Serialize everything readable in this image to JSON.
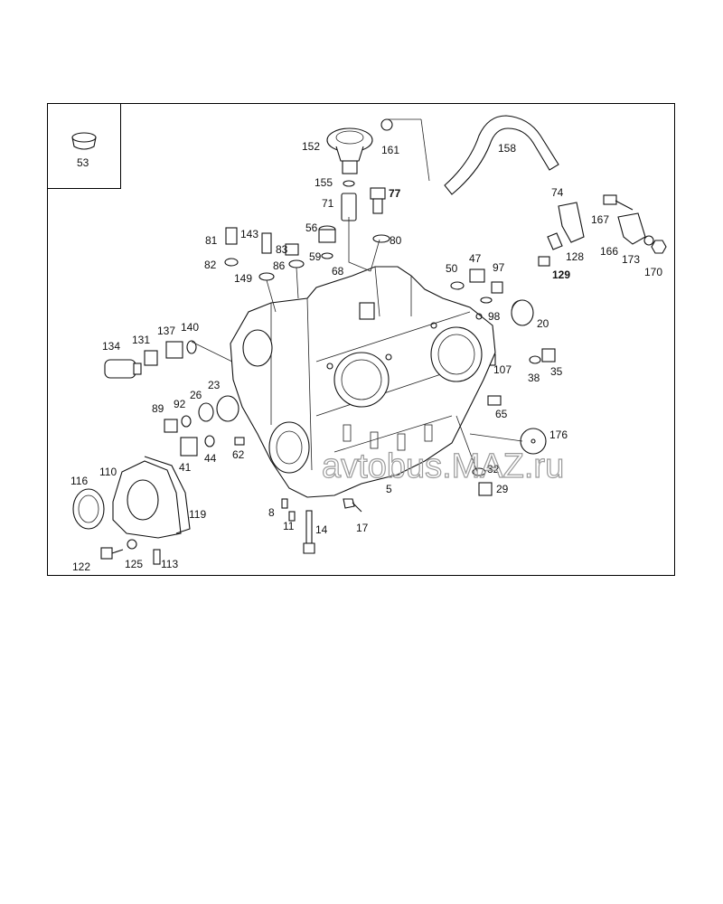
{
  "labels": {
    "l53": "53",
    "l152": "152",
    "l161": "161",
    "l158": "158",
    "l155": "155",
    "l71": "71",
    "l77": "77",
    "l74": "74",
    "l167": "167",
    "l81": "81",
    "l143": "143",
    "l83": "83",
    "l56": "56",
    "l80": "80",
    "l166": "166",
    "l173": "173",
    "l128": "128",
    "l129": "129",
    "l170": "170",
    "l82": "82",
    "l86": "86",
    "l59": "59",
    "l68": "68",
    "l149": "149",
    "l50": "50",
    "l47": "47",
    "l97": "97",
    "l98": "98",
    "l20": "20",
    "l134": "134",
    "l131": "131",
    "l137": "137",
    "l140": "140",
    "l107": "107",
    "l38": "38",
    "l35": "35",
    "l26": "26",
    "l23": "23",
    "l89": "89",
    "l92": "92",
    "l65": "65",
    "l176": "176",
    "l41": "41",
    "l44": "44",
    "l62": "62",
    "l32": "32",
    "l29": "29",
    "l5": "5",
    "l116": "116",
    "l110": "110",
    "l119": "119",
    "l8": "8",
    "l11": "11",
    "l14": "14",
    "l17": "17",
    "l122": "122",
    "l125": "125",
    "l113": "113"
  },
  "watermark": "avtobus.MAZ.ru"
}
